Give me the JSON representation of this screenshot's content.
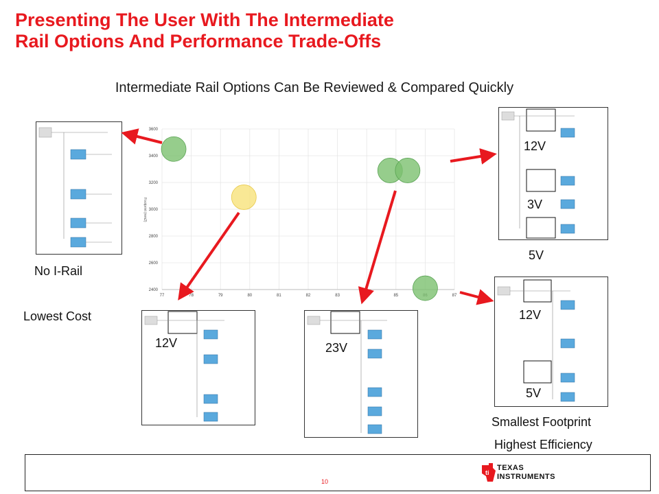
{
  "slide": {
    "title_line1": "Presenting The User With The Intermediate",
    "title_line2": "Rail Options And Performance Trade-Offs",
    "subtitle": "Intermediate Rail Options Can Be Reviewed & Compared Quickly",
    "page_number": "10"
  },
  "labels": {
    "no_irail": "No I-Rail",
    "lowest_cost": "Lowest Cost",
    "smallest_footprint": "Smallest Footprint",
    "highest_efficiency": "Highest Efficiency",
    "v12_bottom_left": "12V",
    "v23": "23V",
    "v12_top_right": "12V",
    "v3": "3V",
    "v5_top": "5V",
    "v12_bottom_right": "12V",
    "v5_bottom": "5V"
  },
  "logo": {
    "line1": "TEXAS",
    "line2": "INSTRUMENTS"
  },
  "colors": {
    "title": "#e8191f",
    "arrow": "#e8191f",
    "green_bubble": "#7cc16f",
    "yellow_bubble": "#f7e27a"
  },
  "chart_data": {
    "type": "scatter",
    "x_ticks": [
      "77",
      "78",
      "79",
      "80",
      "81",
      "82",
      "83",
      "84",
      "85",
      "86",
      "87"
    ],
    "y_ticks": [
      "2400",
      "2600",
      "2800",
      "3000",
      "3200",
      "3400",
      "3600"
    ],
    "ylabel": "Footprint (mm2)",
    "xlim": [
      77,
      87
    ],
    "ylim": [
      2400,
      3600
    ],
    "grid": true,
    "points": [
      {
        "x": 77.4,
        "y": 3450,
        "color": "green"
      },
      {
        "x": 79.8,
        "y": 3090,
        "color": "yellow"
      },
      {
        "x": 84.8,
        "y": 3290,
        "color": "green"
      },
      {
        "x": 85.4,
        "y": 3290,
        "color": "green"
      },
      {
        "x": 86.0,
        "y": 2410,
        "color": "green"
      }
    ]
  }
}
